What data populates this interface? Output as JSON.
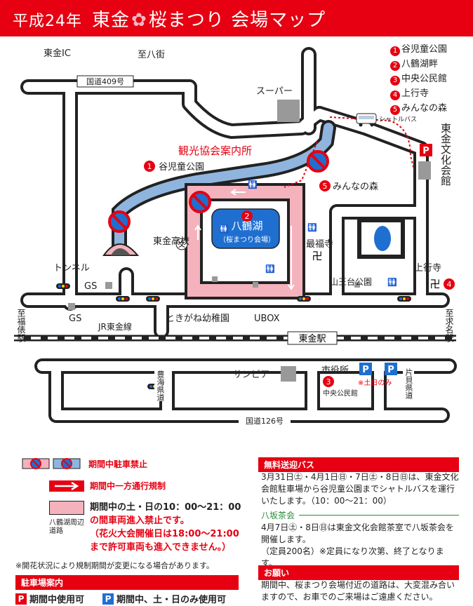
{
  "title": {
    "year": "平成24年",
    "main": "東金",
    "sakura": "✿",
    "rest": "桜まつり 会場マップ"
  },
  "legend_places": [
    {
      "n": "1",
      "label": "谷児童公園"
    },
    {
      "n": "2",
      "label": "八鶴湖畔"
    },
    {
      "n": "3",
      "label": "中央公民館"
    },
    {
      "n": "4",
      "label": "上行寺"
    },
    {
      "n": "5",
      "label": "みんなの森"
    }
  ],
  "map_labels": {
    "togane_ic": "東金IC",
    "to_yachimata": "至八街",
    "route409": "国道409号",
    "supermarket": "スーパー",
    "shuttle": "シャトルバス",
    "togane_bunka": "東金文化会館",
    "kanko": "観光協会案内所",
    "yato_park": "谷児童公園",
    "hakkaku": "八鶴湖",
    "hakkaku_sub": "（桜まつり会場）",
    "minna_mori": "みんなの森",
    "togane_hs": "東金高校",
    "saifukuji": "最福寺",
    "tunnel": "トンネル",
    "gs1": "GS",
    "gs2": "GS",
    "sannodai": "山王台公園",
    "jogyoji": "上行寺",
    "tokigane": "ときがね幼稚園",
    "ubox": "UBOX",
    "to_fukutawara": "至福俵駅",
    "jr_line": "JR東金線",
    "togane_sta": "東金駅",
    "to_gumyo": "至求名駅",
    "sunpia": "サンピア",
    "shiyakusho": "市役所",
    "chuo_kominkan": "中央公民館",
    "sat_sun_only": "※土日のみ",
    "toyoumi": "豊海県道",
    "katakai": "片貝県道",
    "route126": "国道126号"
  },
  "map_marks": {
    "p": "P",
    "n1": "1",
    "n2": "2",
    "n3": "3",
    "n4": "4",
    "n5": "5",
    "temple": "卍",
    "school": "文"
  },
  "legend_bottom": {
    "no_parking": "期間中駐車禁止",
    "one_way": "期間中一方通行規制",
    "restrict_line1": "期間中の土・日の10：00〜21：00",
    "restrict_line2": "の間車両進入禁止です。",
    "restrict_line3": "（花火大会開催日は18:00〜21:00",
    "restrict_line4": "まで許可車両も進入できません。）",
    "hakkaku_road": "八鶴湖周辺道路",
    "note": "※開花状況により規制期間が変更になる場合があります。",
    "parking_header": "駐車場案内",
    "parking_always": "期間中使用可",
    "parking_weekend": "期間中、土・日のみ使用可"
  },
  "bus": {
    "header": "無料送迎バス",
    "body": "3月31日㊏・4月1日㊐・7日㊏・8日㊐は、東金文化会館駐車場から谷児童公園までシャトルバスを運行いたします。（10：00〜21：00）",
    "yasaka": "八坂茶会",
    "yasaka_body1": "4月7日㊏・8日㊐は東金文化会館茶室で八坂茶会を開催します。",
    "yasaka_body2": "（定員200名）※定員になり次第、終了となります。"
  },
  "request": {
    "header": "お願い",
    "body": "期間中、桜まつり会場付近の道路は、大変混み合いますので、お車でのご来場はご遠慮ください。"
  },
  "colors": {
    "red": "#e60012",
    "pink": "#f4b2bd",
    "blue": "#1f6fd0",
    "lightblue": "#8fb5df",
    "road": "#222222"
  }
}
